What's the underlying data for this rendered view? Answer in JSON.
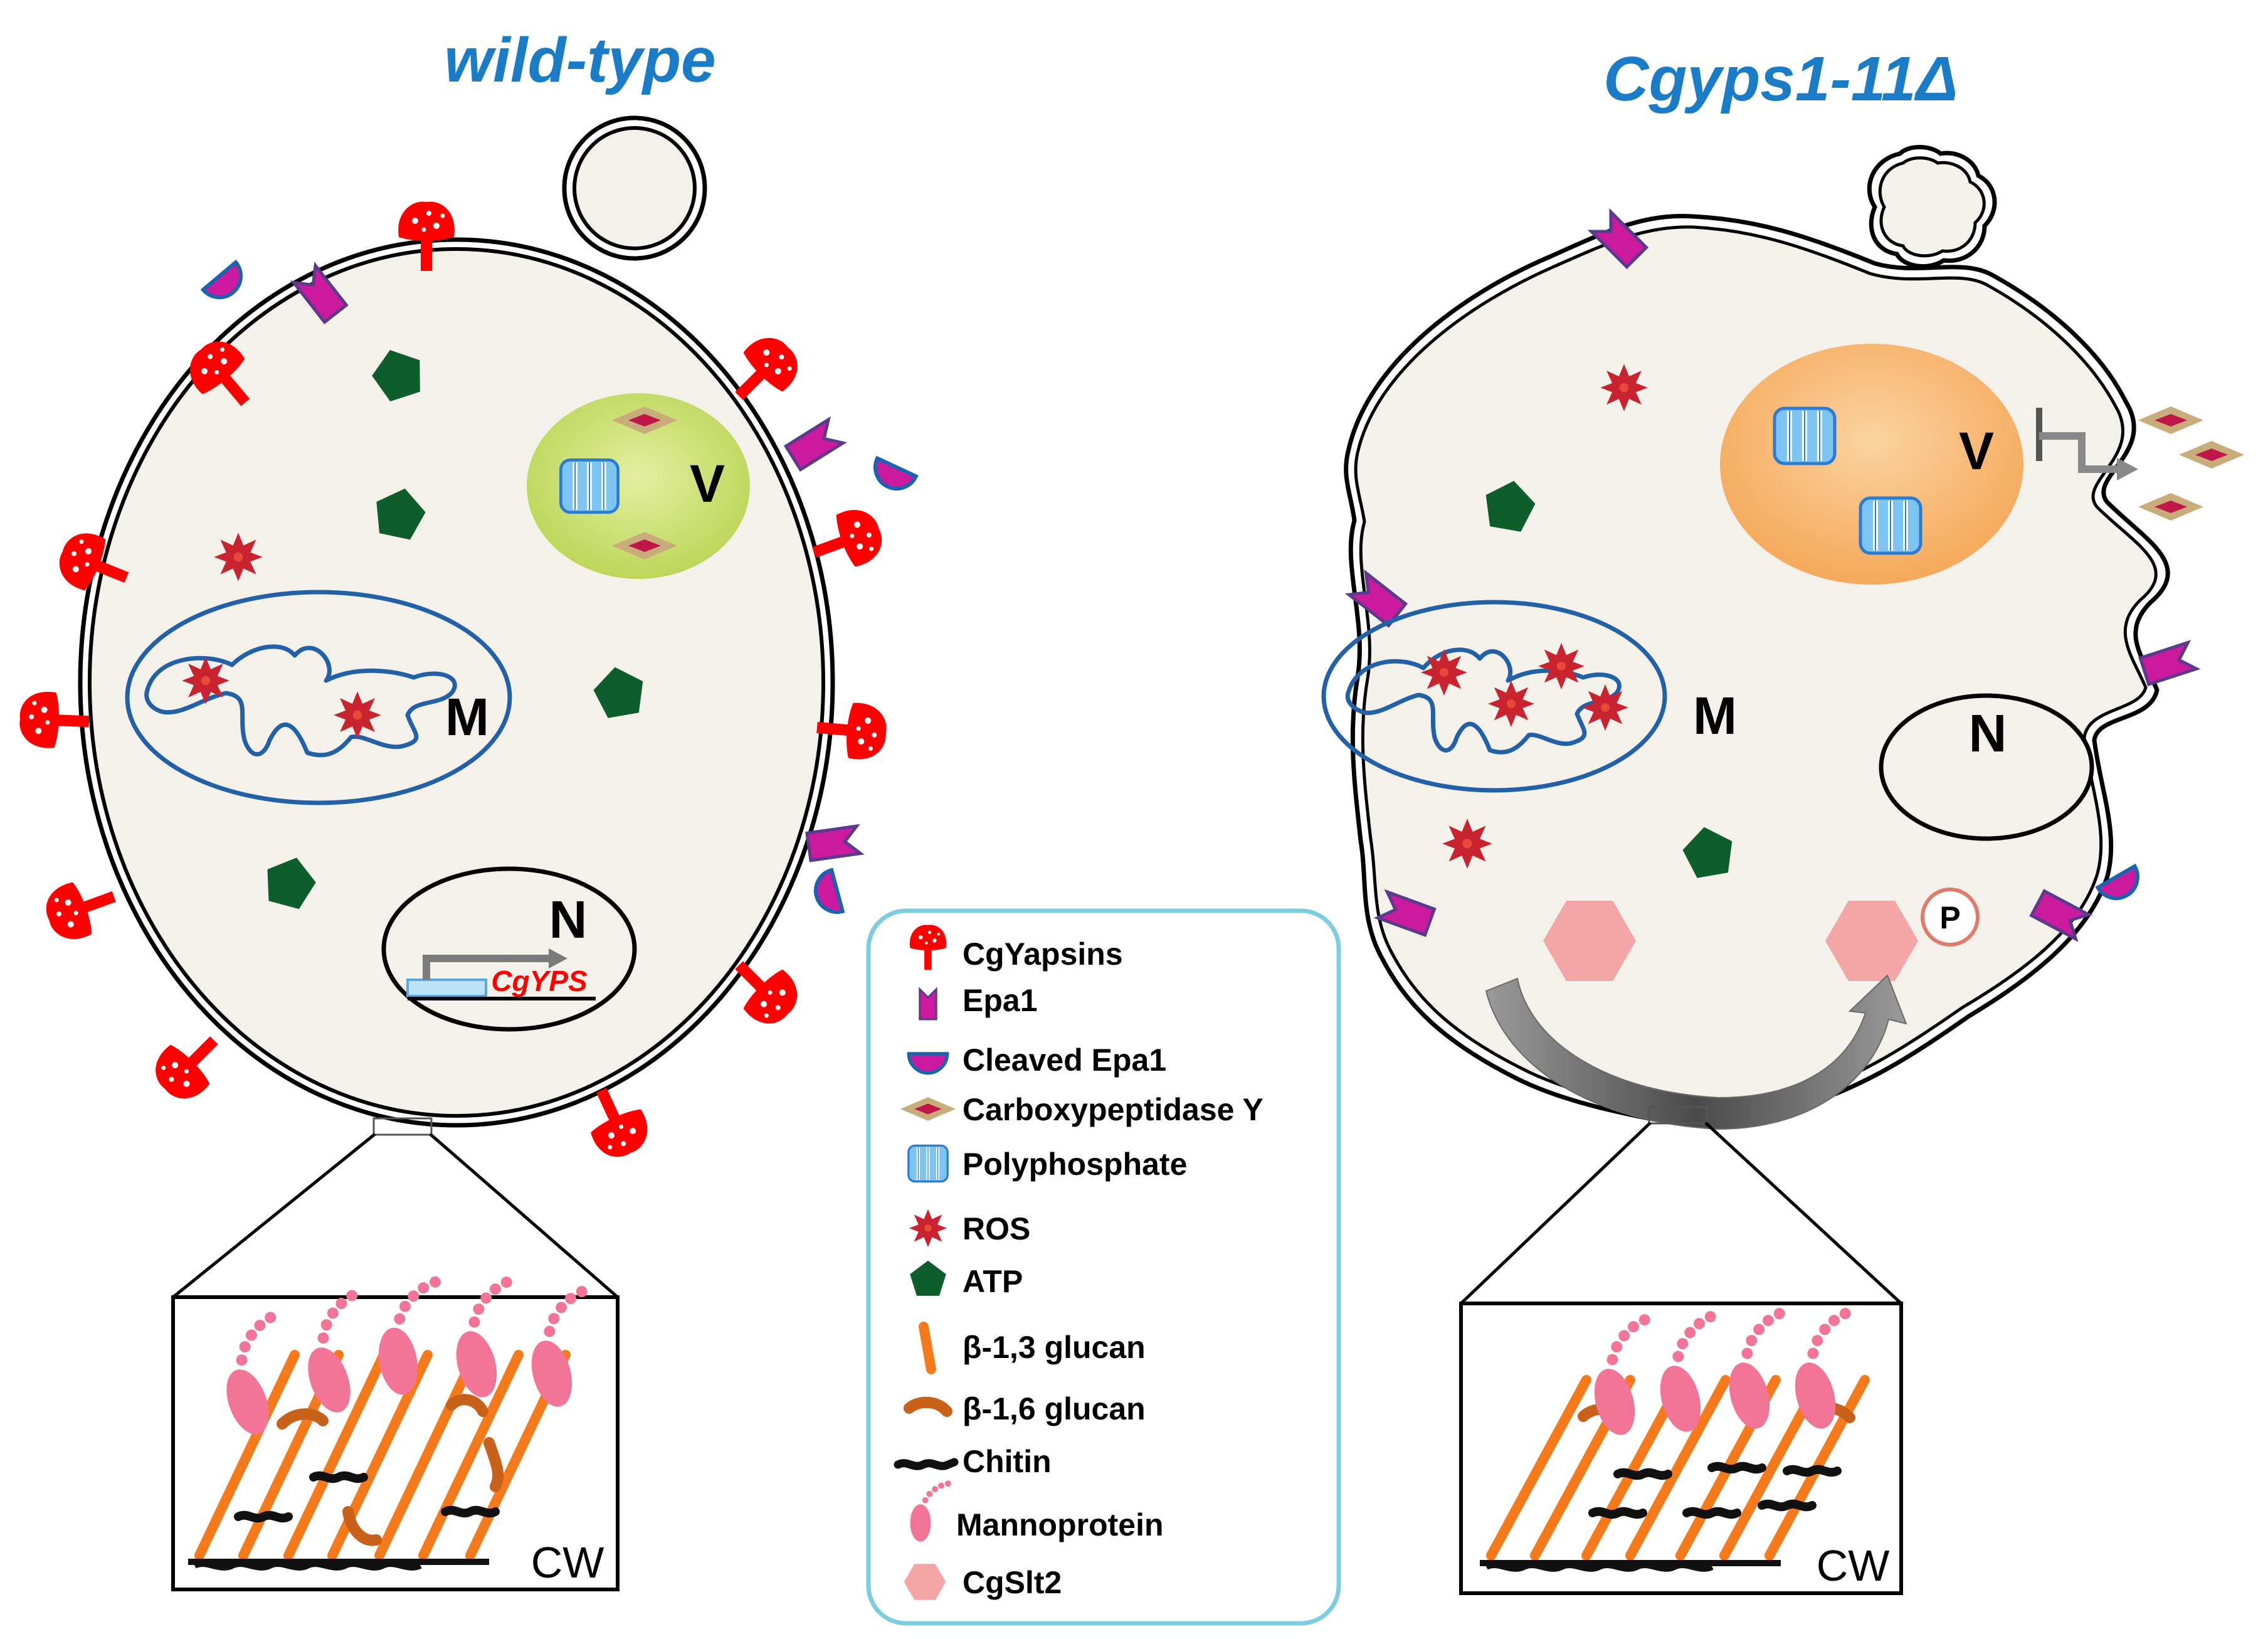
{
  "colors": {
    "title_blue": "#1a7bc7",
    "cell_fill": "#f4f1ea",
    "yapsin_red": "#ff0000",
    "epa_magenta": "#cc1a9e",
    "epa_border": "#5a3a8a",
    "cleaved_blue": "#1a63b0",
    "cpy_tan": "#c8ad7a",
    "cpy_center": "#c0174a",
    "polyp_blue": "#7ec4f2",
    "ros_red": "#c8232f",
    "atp_green": "#0e5e2b",
    "mito_blue": "#2260a8",
    "vacuole_wt": "#cddf6e",
    "vacuole_mut": "#f7b772",
    "beta13_orange": "#f57a1c",
    "beta16_brown": "#c8611a",
    "chitin_black": "#111111",
    "mannoprotein_pink": "#f27598",
    "slt2_pink": "#f4a6a6",
    "legend_border": "#7ccde0"
  },
  "panels": {
    "wild_type": {
      "title": "wild-type",
      "labels": {
        "vacuole": "V",
        "mitochondrion": "M",
        "nucleus": "N",
        "cell_wall": "CW"
      },
      "gene": "CgYPS"
    },
    "mutant": {
      "title": "Cgyps1-11Δ",
      "labels": {
        "vacuole": "V",
        "mitochondrion": "M",
        "nucleus": "N",
        "cell_wall": "CW",
        "phospho": "P"
      }
    }
  },
  "legend": {
    "items": [
      {
        "key": "yapsin",
        "label": "CgYapsins",
        "icon": "yapsin-icon"
      },
      {
        "key": "epa1",
        "label": "Epa1",
        "icon": "epa1-icon"
      },
      {
        "key": "cleaved",
        "label": "Cleaved Epa1",
        "icon": "cleaved-epa1-icon"
      },
      {
        "key": "cpy",
        "label": "Carboxypeptidase Y",
        "icon": "carboxypeptidase-icon"
      },
      {
        "key": "polyp",
        "label": "Polyphosphate",
        "icon": "polyphosphate-icon"
      },
      {
        "key": "ros",
        "label": "ROS",
        "icon": "ros-icon"
      },
      {
        "key": "atp",
        "label": "ATP",
        "icon": "atp-icon"
      },
      {
        "key": "b13",
        "label": "β-1,3 glucan",
        "icon": "beta13-glucan-icon"
      },
      {
        "key": "b16",
        "label": "β-1,6 glucan",
        "icon": "beta16-glucan-icon"
      },
      {
        "key": "chitin",
        "label": "Chitin",
        "icon": "chitin-icon"
      },
      {
        "key": "manno",
        "label": "Mannoprotein",
        "icon": "mannoprotein-icon"
      },
      {
        "key": "slt2",
        "label": "CgSlt2",
        "icon": "cgslt2-icon"
      }
    ]
  }
}
